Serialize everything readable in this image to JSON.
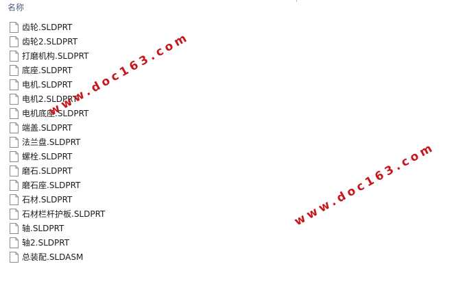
{
  "header": {
    "name_column_label": "名称"
  },
  "files": [
    {
      "name": "齿轮.SLDPRT",
      "icon": "file-icon"
    },
    {
      "name": "齿轮2.SLDPRT",
      "icon": "file-icon"
    },
    {
      "name": "打磨机构.SLDPRT",
      "icon": "file-icon"
    },
    {
      "name": "底座.SLDPRT",
      "icon": "file-icon"
    },
    {
      "name": "电机.SLDPRT",
      "icon": "file-icon"
    },
    {
      "name": "电机2.SLDPRT",
      "icon": "file-icon"
    },
    {
      "name": "电机底座.SLDPRT",
      "icon": "file-icon"
    },
    {
      "name": "端盖.SLDPRT",
      "icon": "file-icon"
    },
    {
      "name": "法兰盘.SLDPRT",
      "icon": "file-icon"
    },
    {
      "name": "螺栓.SLDPRT",
      "icon": "file-icon"
    },
    {
      "name": "磨石.SLDPRT",
      "icon": "file-icon"
    },
    {
      "name": "磨石座.SLDPRT",
      "icon": "file-icon"
    },
    {
      "name": "石材.SLDPRT",
      "icon": "file-icon"
    },
    {
      "name": "石材栏杆护板.SLDPRT",
      "icon": "file-icon"
    },
    {
      "name": "轴.SLDPRT",
      "icon": "file-icon"
    },
    {
      "name": "轴2.SLDPRT",
      "icon": "file-icon"
    },
    {
      "name": "总装配.SLDASM",
      "icon": "file-icon"
    }
  ],
  "watermarks": [
    {
      "text": "www.doc163.com"
    },
    {
      "text": "www.doc163.com"
    }
  ],
  "colors": {
    "watermark": "#c8161d",
    "header_text": "#4c607a",
    "item_text": "#1b1b1b"
  }
}
